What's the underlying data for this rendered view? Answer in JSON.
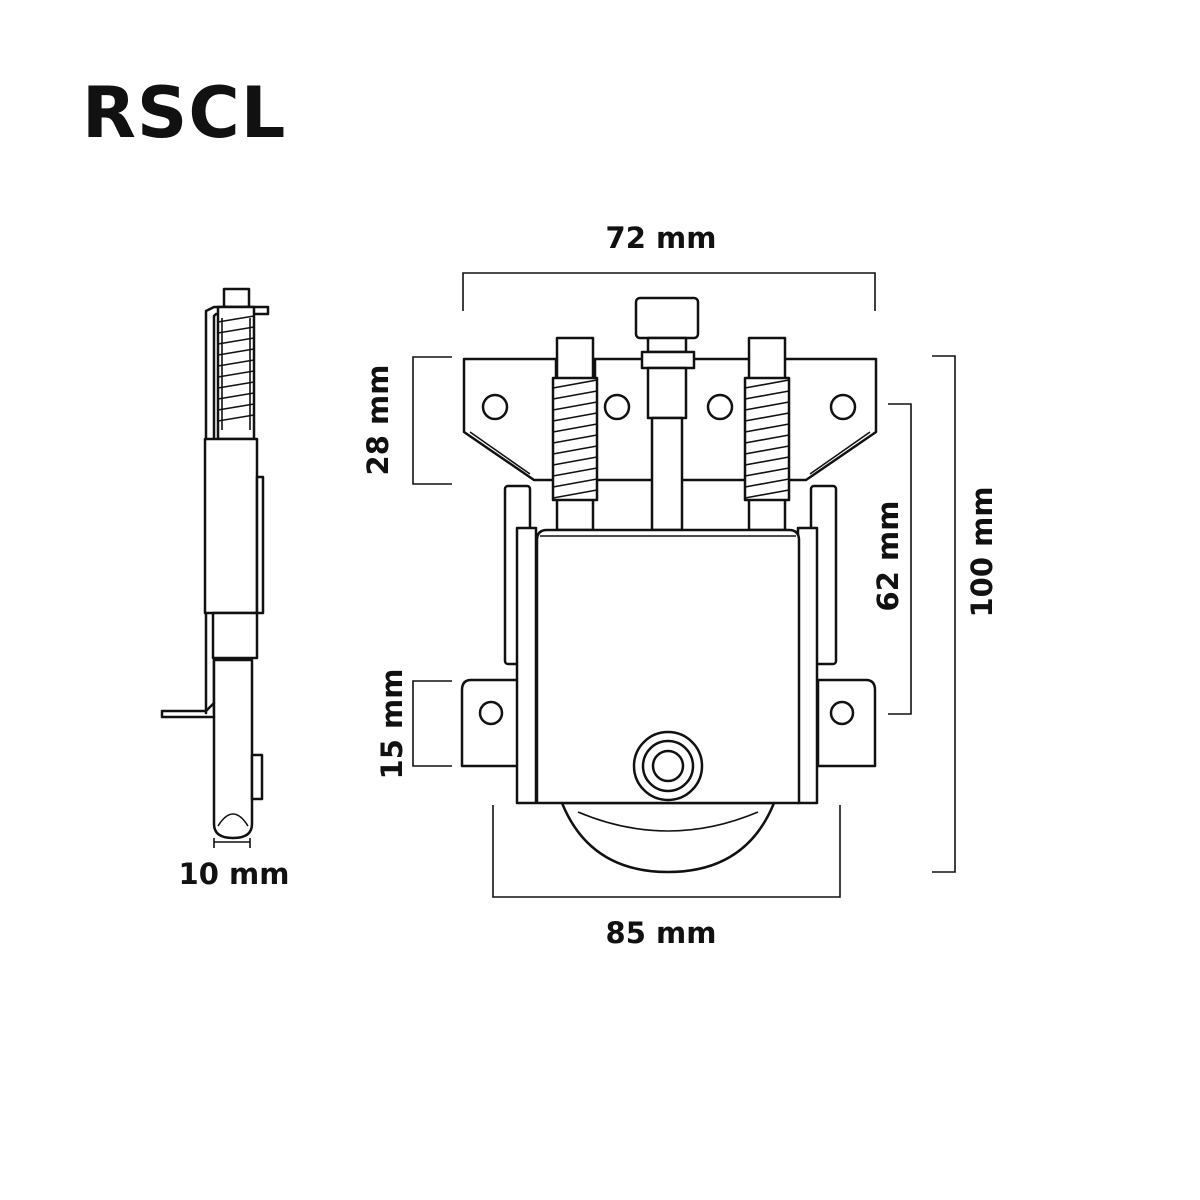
{
  "title": "RSCL",
  "dimensions": {
    "side_width": "10 mm",
    "top_width": "72 mm",
    "bottom_width": "85 mm",
    "plate_height": "28 mm",
    "bracket_height": "15 mm",
    "mount_height": "62 mm",
    "total_height": "100 mm"
  },
  "colors": {
    "line": "#111111",
    "background": "#ffffff"
  }
}
